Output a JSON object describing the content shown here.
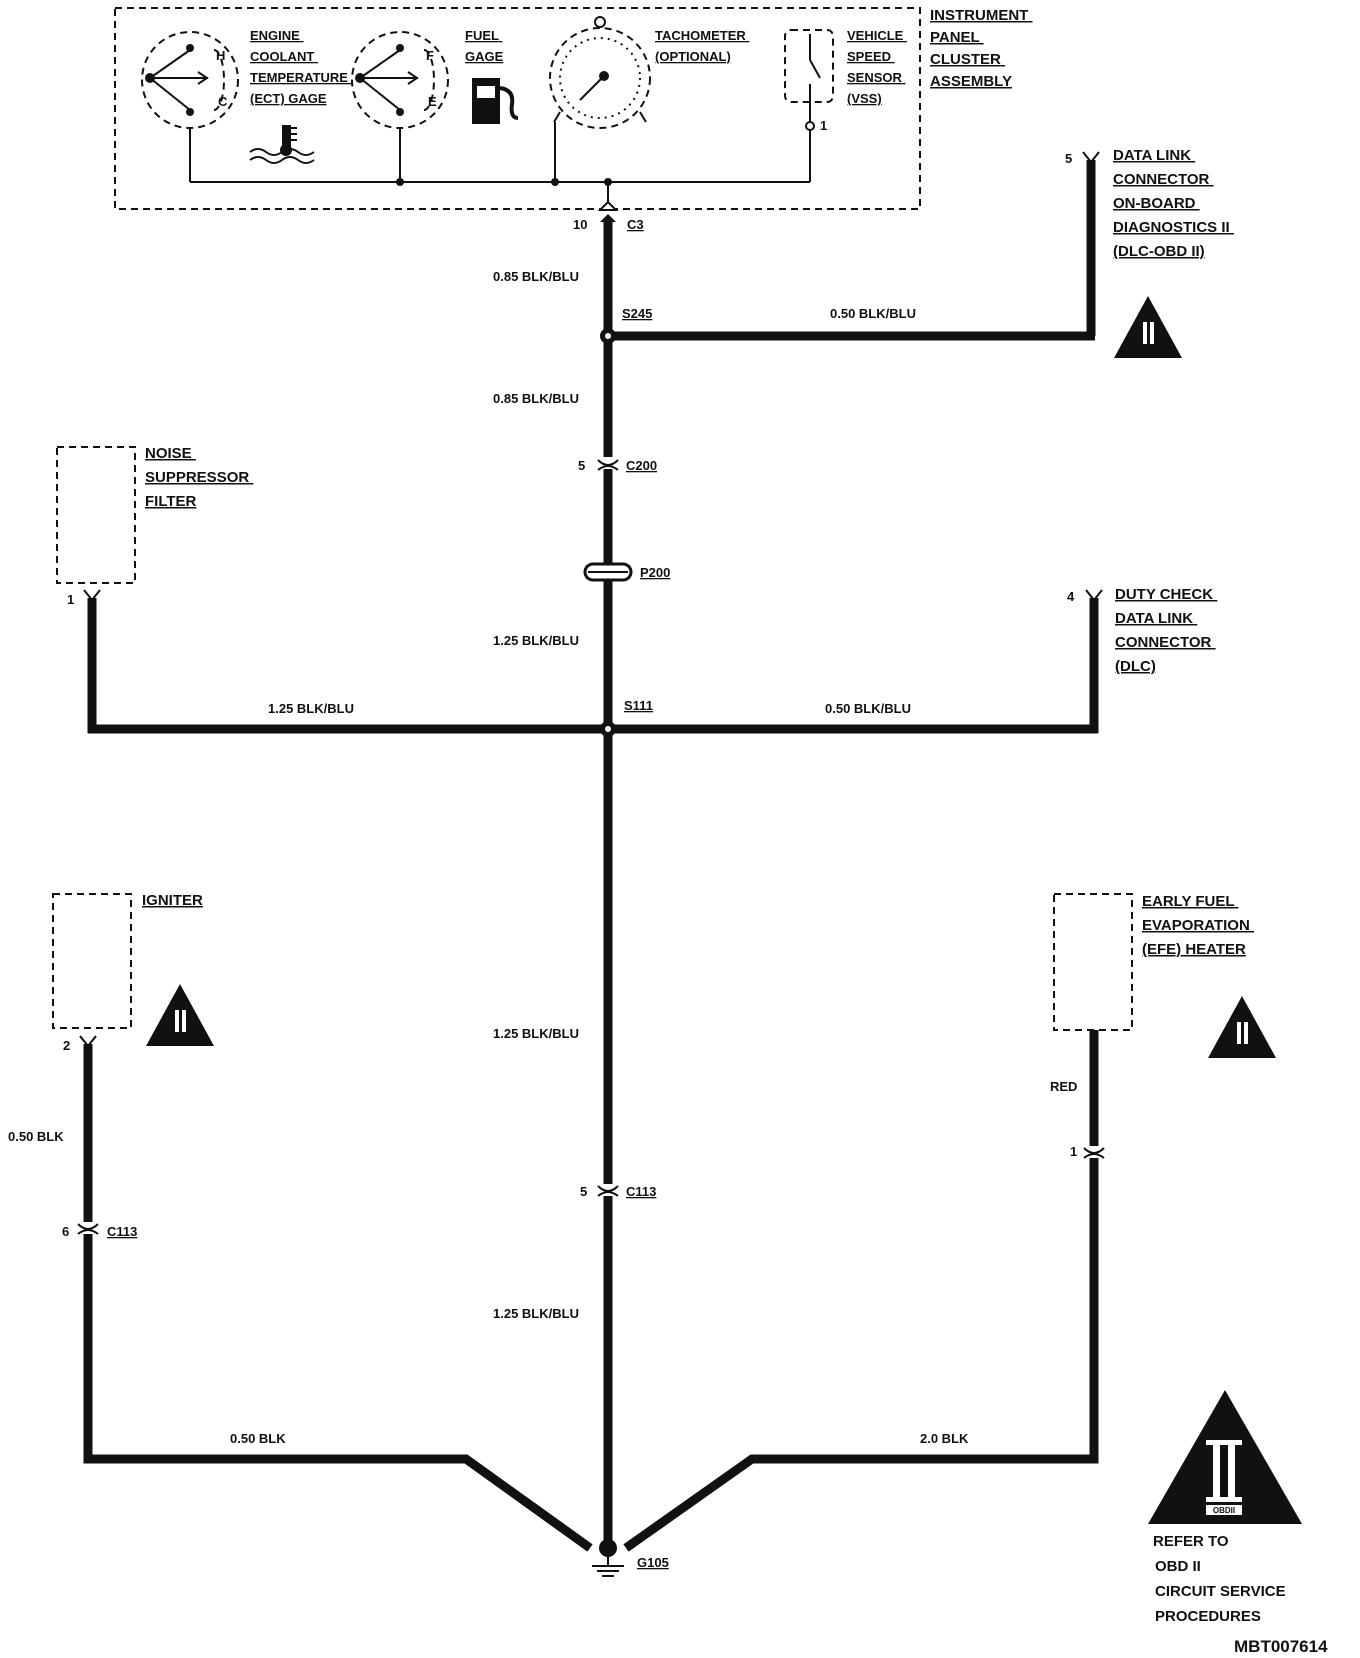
{
  "cluster": {
    "title_lines": [
      "INSTRUMENT",
      "PANEL",
      "CLUSTER",
      "ASSEMBLY"
    ],
    "ect_gage_lines": [
      "ENGINE",
      "COOLANT",
      "TEMPERATURE",
      "(ECT) GAGE"
    ],
    "ect_h": "H",
    "ect_c": "C",
    "fuel_gage_lines": [
      "FUEL",
      "GAGE"
    ],
    "fuel_f": "F",
    "fuel_e": "E",
    "tach_lines": [
      "TACHOMETER",
      "(OPTIONAL)"
    ],
    "vss_lines": [
      "VEHICLE",
      "SPEED",
      "SENSOR",
      "(VSS)"
    ],
    "vss_pin": "1"
  },
  "c3": {
    "pin": "10",
    "name": "C3"
  },
  "wires": {
    "c3_s245": "0.85 BLK/BLU",
    "s245_dlc": "0.50 BLK/BLU",
    "s245_c200": "0.85 BLK/BLU",
    "p200_s111": "1.25 BLK/BLU",
    "s111_noise": "1.25 BLK/BLU",
    "s111_dutydlc": "0.50 BLK/BLU",
    "s111_c113": "1.25 BLK/BLU",
    "c113_g105": "1.25 BLK/BLU",
    "igniter_c113": "0.50 BLK",
    "c113_ground_left": "0.50 BLK",
    "efe_red": "RED",
    "efe_ground": "2.0 BLK"
  },
  "splices": {
    "s245": "S245",
    "s111": "S111"
  },
  "c200": {
    "pin": "5",
    "name": "C200"
  },
  "p200": "P200",
  "dlc_obd": {
    "pin": "5",
    "lines": [
      "DATA LINK",
      "CONNECTOR",
      "ON-BOARD",
      "DIAGNOSTICS II",
      "(DLC-OBD II)"
    ]
  },
  "duty_dlc": {
    "pin": "4",
    "lines": [
      "DUTY CHECK",
      "DATA LINK",
      "CONNECTOR",
      "(DLC)"
    ]
  },
  "noise_filter": {
    "pin": "1",
    "lines": [
      "NOISE",
      "SUPPRESSOR",
      "FILTER"
    ]
  },
  "igniter": {
    "pin": "2",
    "label": "IGNITER"
  },
  "c113_left": {
    "pin": "6",
    "name": "C113"
  },
  "c113_center": {
    "pin": "5",
    "name": "C113"
  },
  "efe": {
    "pin_box": "",
    "pin": "1",
    "lines": [
      "EARLY FUEL",
      "EVAPORATION",
      "(EFE) HEATER"
    ]
  },
  "ground": "G105",
  "obd_symbol": {
    "mark": "II",
    "small": "OBDII"
  },
  "legend_lines": [
    "REFER TO",
    "OBD  II",
    "CIRCUIT SERVICE",
    "PROCEDURES"
  ],
  "figure_id": "MBT007614"
}
